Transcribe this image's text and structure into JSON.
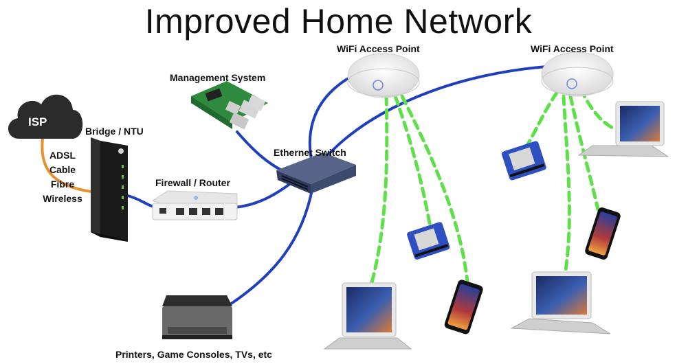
{
  "title": "Improved Home Network",
  "labels": {
    "isp": "ISP",
    "bridge": "Bridge / NTU",
    "firewall": "Firewall / Router",
    "management": "Management System",
    "switch": "Ethernet Switch",
    "ap_left": "WiFi Access Point",
    "ap_right": "WiFi Access Point",
    "printers": "Printers, Game Consoles, TVs, etc"
  },
  "connection_types": [
    "ADSL",
    "Cable",
    "Fibre",
    "Wireless"
  ],
  "colors": {
    "wired": "#1f3fbf",
    "wan": "#e8912e",
    "wireless": "#5fe04a",
    "cloud": "#2b2b2b",
    "switch": "#3d4a70"
  },
  "icons": [
    "cloud-icon",
    "modem-icon",
    "router-icon",
    "raspberry-pi-icon",
    "switch-icon",
    "access-point-icon",
    "laptop-icon",
    "phone-icon",
    "iot-board-icon",
    "printer-icon"
  ]
}
